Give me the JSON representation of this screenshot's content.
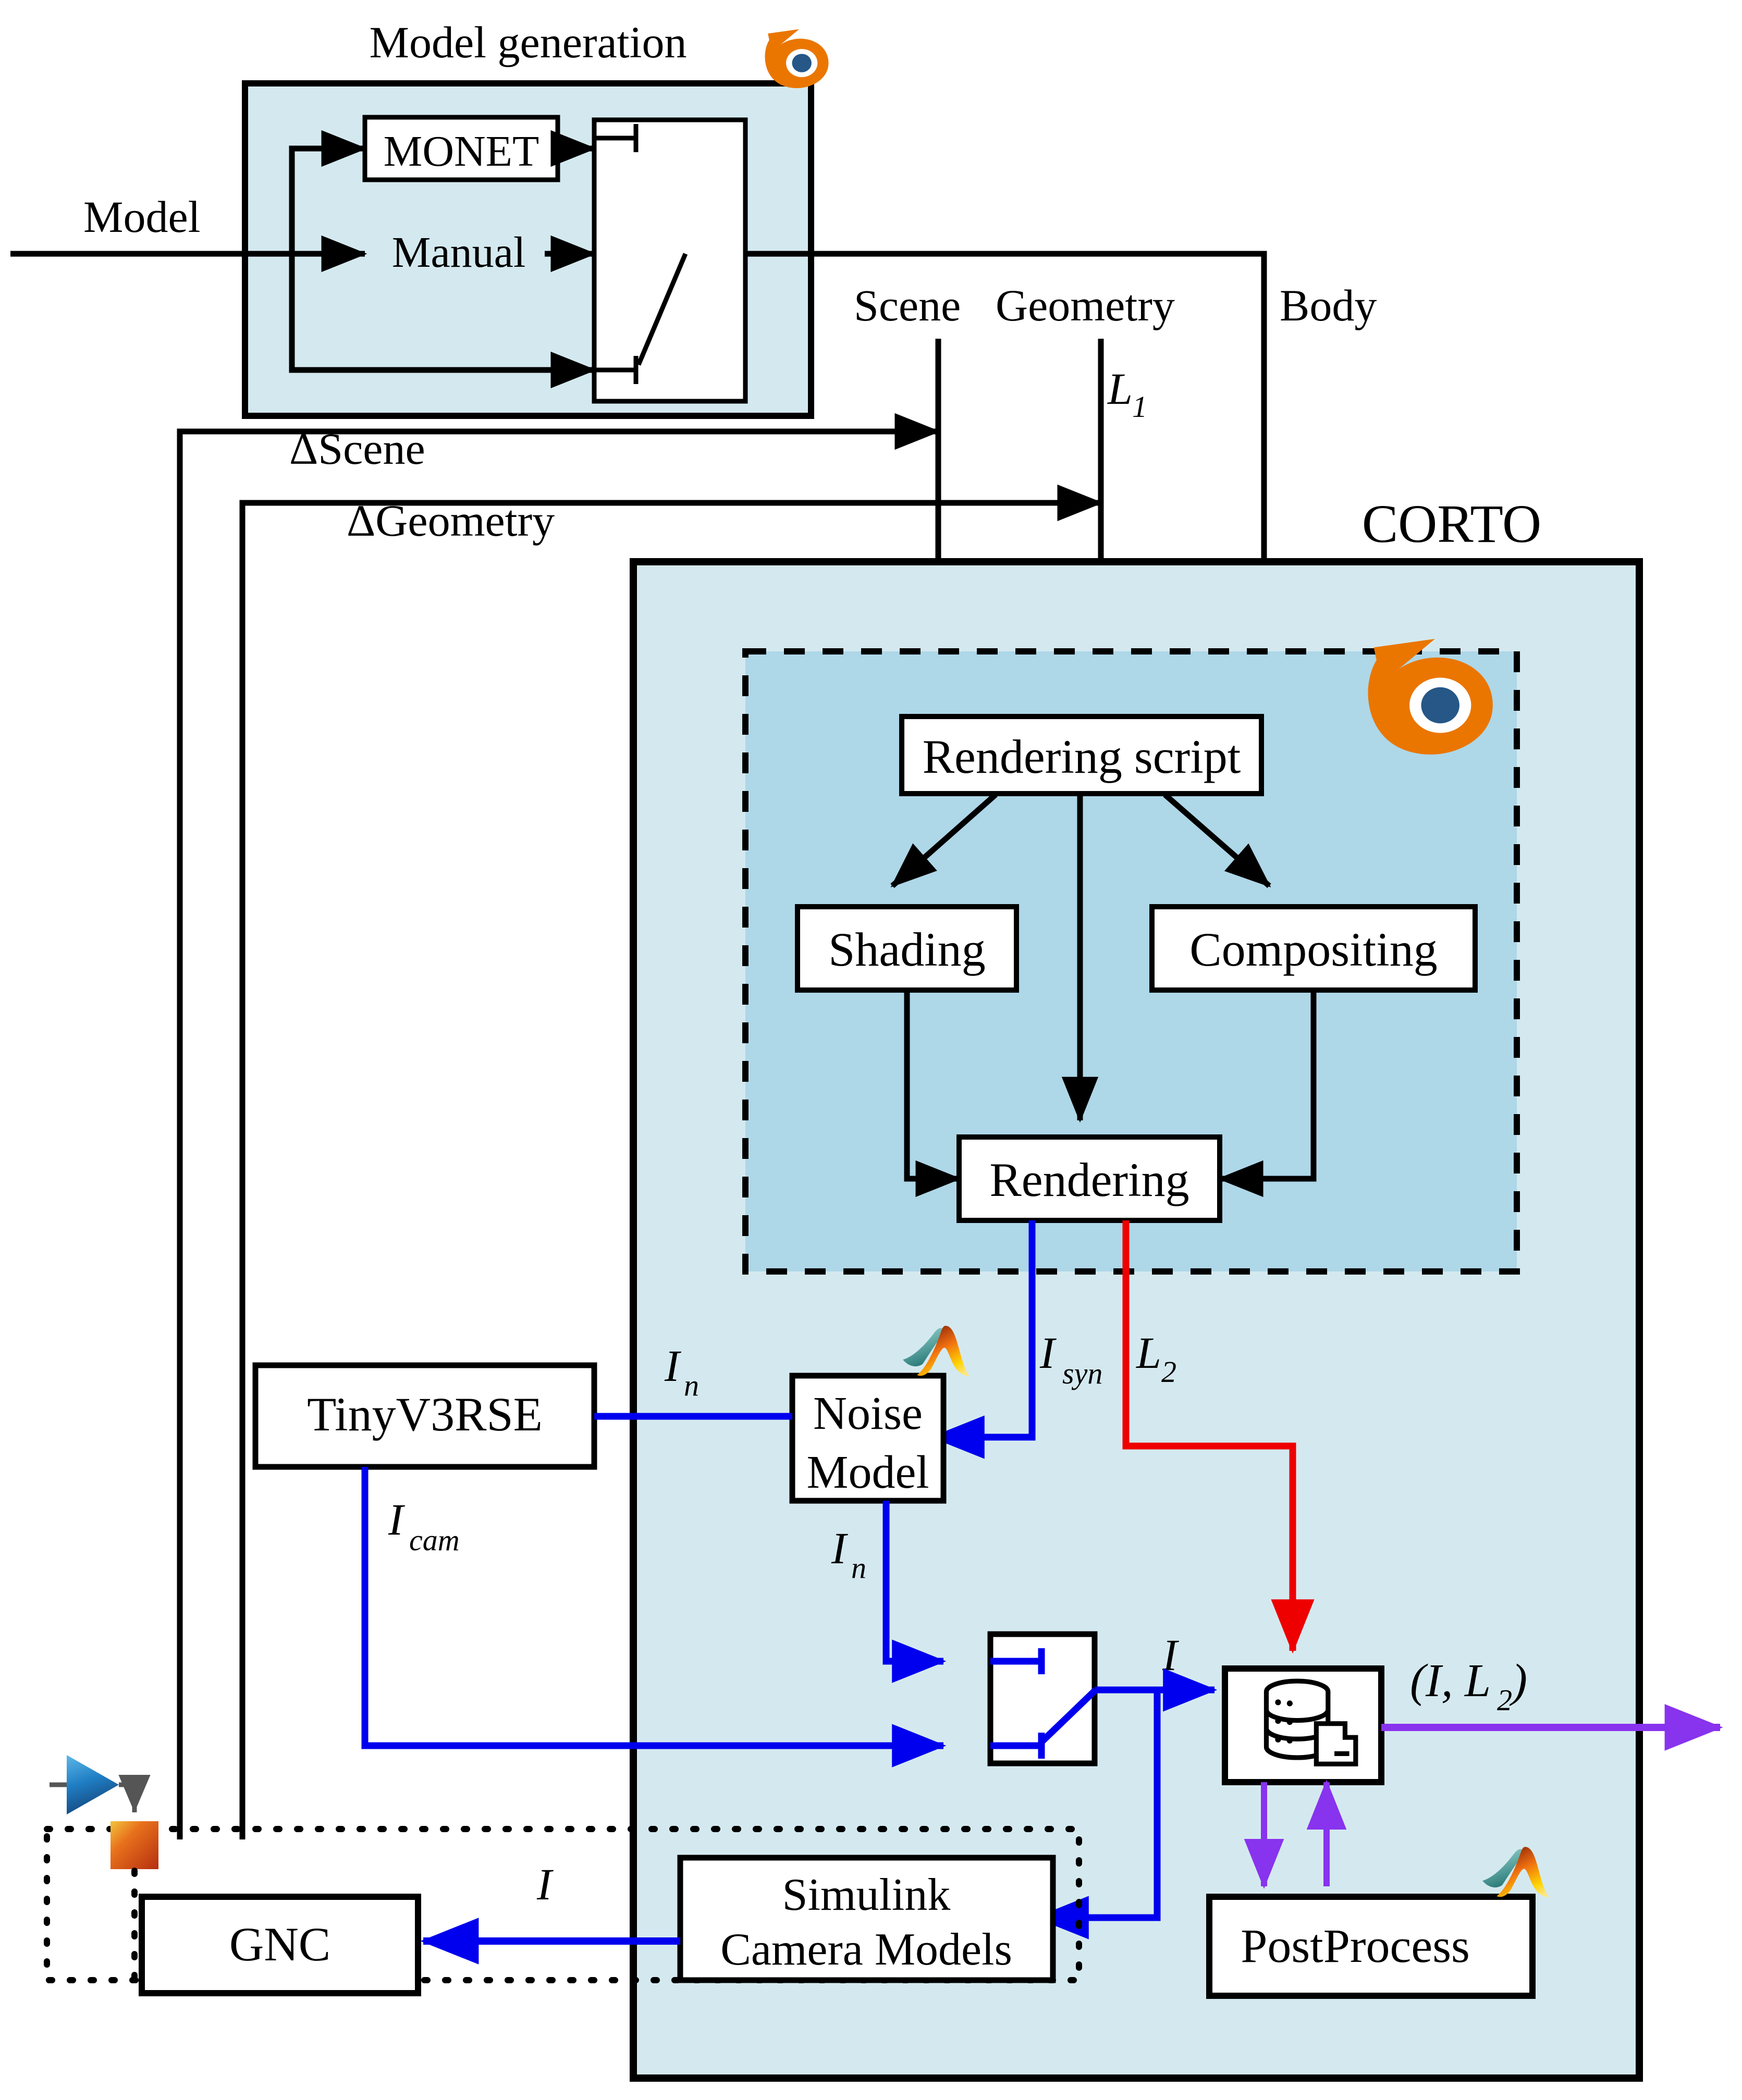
{
  "diagram": {
    "title": "CORTO rendering pipeline block diagram",
    "colors": {
      "panel_fill": "#d4e9ef",
      "inner_fill": "#aed7e8",
      "blender_orange": "#ea7600",
      "blender_blue": "#265787",
      "signal_blue": "#0000ee",
      "signal_red": "#ee0000",
      "signal_purple": "#8833ee",
      "line_black": "#000000",
      "simulink_blue": "#1f7fc4",
      "simulink_orange": "#dd4a11"
    },
    "groups": {
      "model_generation": {
        "label": "Model generation",
        "icon": "blender-logo-icon"
      },
      "corto": {
        "label": "CORTO",
        "icon": "blender-logo-icon"
      }
    },
    "boxes": {
      "monet": "MONET",
      "manual": "Manual",
      "rendering_script": "Rendering script",
      "shading": "Shading",
      "compositing": "Compositing",
      "rendering": "Rendering",
      "noise_model_line1": "Noise",
      "noise_model_line2": "Model",
      "tinyv3rse": "TinyV3RSE",
      "simulink_camera_line1": "Simulink",
      "simulink_camera_line2": "Camera Models",
      "gnc": "GNC",
      "postprocess": "PostProcess",
      "database": "database-icon"
    },
    "signal_labels": {
      "model": "Model",
      "scene": "Scene",
      "geometry": "Geometry",
      "body": "Body",
      "l1": "L",
      "l1_sub": "1",
      "delta_scene": "ΔScene",
      "delta_geometry": "ΔGeometry",
      "i_syn": "I",
      "i_syn_sub": "syn",
      "l2": "L",
      "l2_sub": "2",
      "i_n_top": "I",
      "i_n_top_sub": "n",
      "i_n_mid": "I",
      "i_n_mid_sub": "n",
      "i_cam": "I",
      "i_cam_sub": "cam",
      "i_out": "I",
      "i_gnc": "I",
      "out_tuple": "(I, L",
      "out_tuple_sub": "2",
      "out_tuple_close": ")"
    },
    "icons": {
      "blender": "blender-logo-icon",
      "matlab": "matlab-logo-icon",
      "simulink": "simulink-logo-icon",
      "database": "database-stack-icon"
    }
  }
}
